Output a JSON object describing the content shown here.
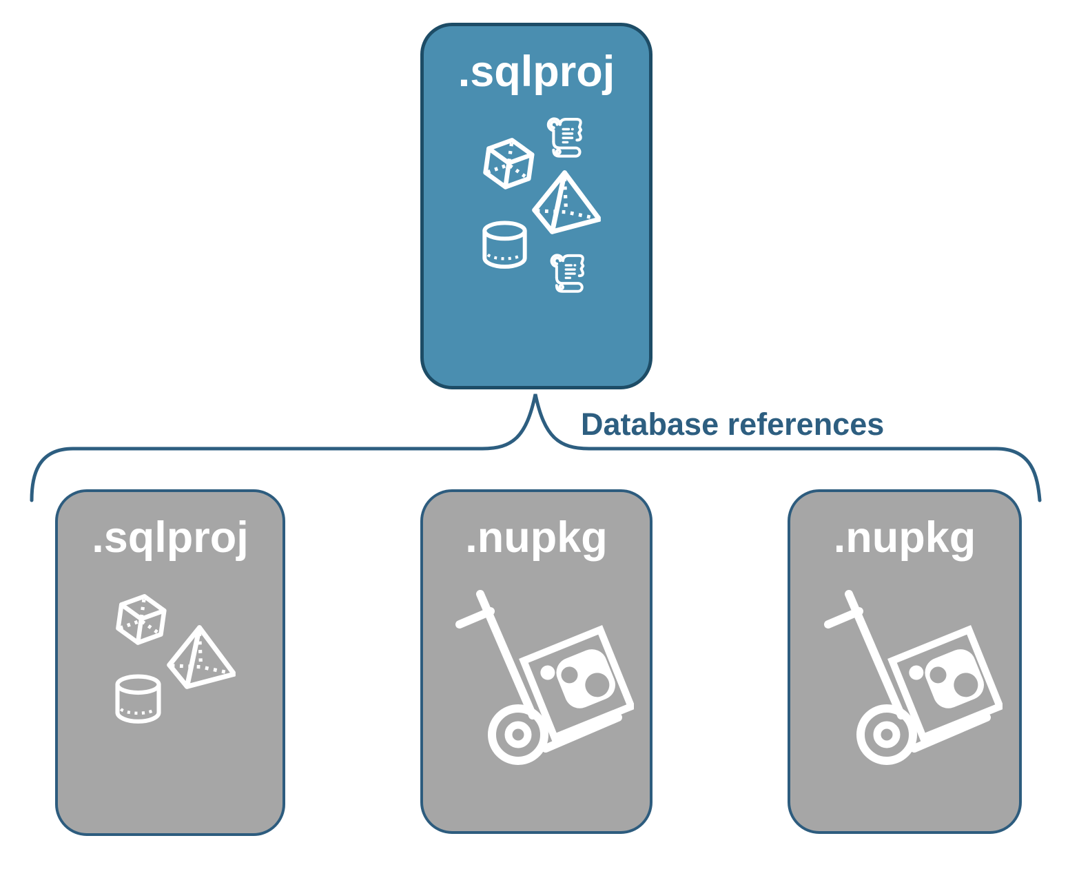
{
  "diagram": {
    "root_node": {
      "label": ".sqlproj",
      "icons": [
        "cube-icon",
        "scroll-icon",
        "pyramid-icon",
        "cylinder-icon",
        "scroll-icon"
      ]
    },
    "connector_label": "Database references",
    "child_nodes": [
      {
        "label": ".sqlproj",
        "icons": [
          "cube-icon",
          "pyramid-icon",
          "cylinder-icon"
        ]
      },
      {
        "label": ".nupkg",
        "icons": [
          "handtruck-package-icon"
        ]
      },
      {
        "label": ".nupkg",
        "icons": [
          "handtruck-package-icon"
        ]
      }
    ],
    "colors": {
      "root_fill": "#4a8eb0",
      "root_border": "#1d4c66",
      "child_fill": "#a6a6a6",
      "child_border": "#2d5c7e",
      "connector": "#2d5e80",
      "connector_label_text": "#2d5e80",
      "icon_stroke": "#ffffff",
      "background": "#ffffff"
    }
  }
}
